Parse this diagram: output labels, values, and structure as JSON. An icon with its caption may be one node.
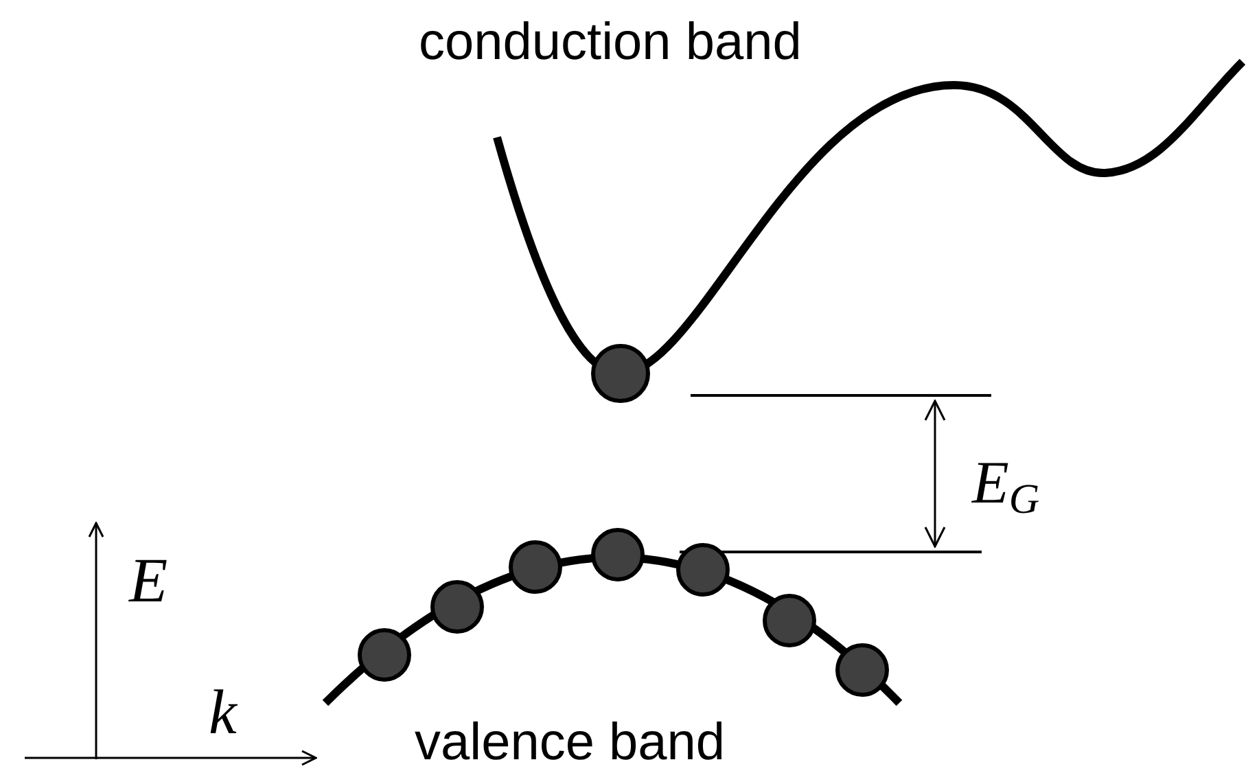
{
  "diagram": {
    "labels": [
      "conduction band",
      "E$_{G}$",
      "E",
      "k",
      "valence band"
    ]
  }
}
